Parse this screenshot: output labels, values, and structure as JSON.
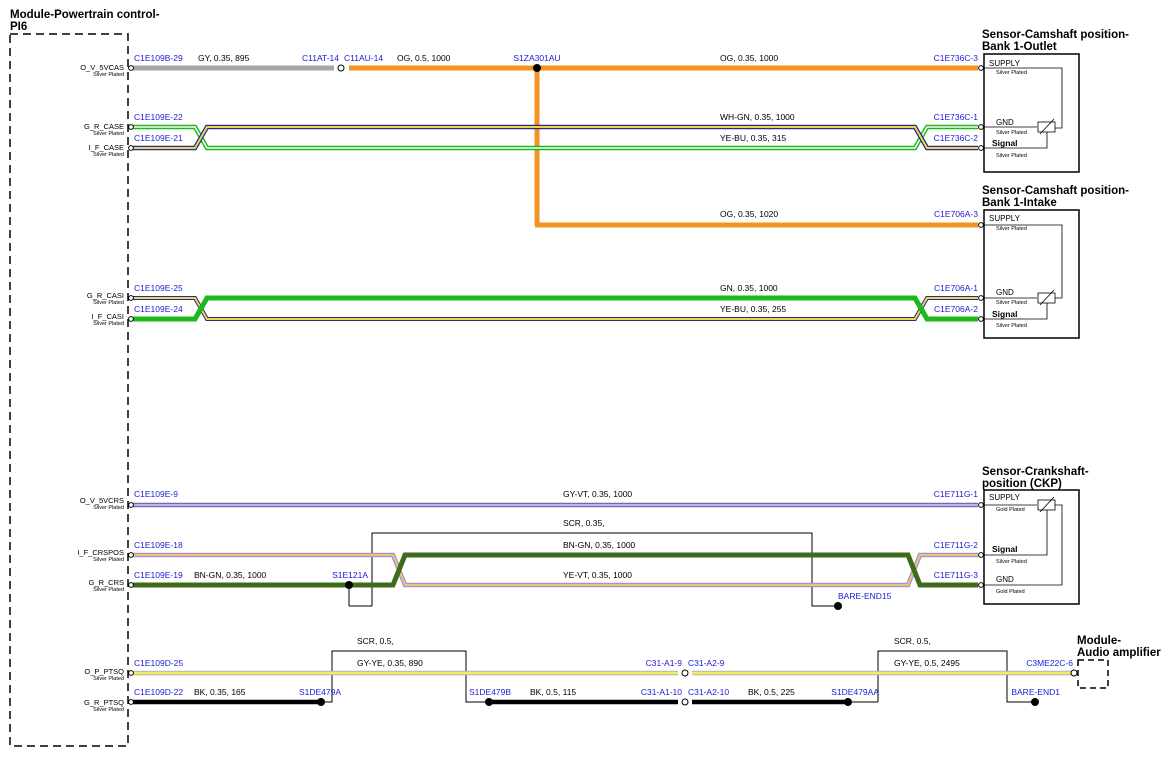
{
  "modules": {
    "pcm": {
      "title_line1": "Module-Powertrain control-",
      "title_line2": "PI6"
    },
    "cam_outlet": {
      "title_line1": "Sensor-Camshaft position-",
      "title_line2": "Bank 1-Outlet"
    },
    "cam_intake": {
      "title_line1": "Sensor-Camshaft position-",
      "title_line2": "Bank 1-Intake"
    },
    "ckp": {
      "title_line1": "Sensor-Crankshaft-",
      "title_line2": "position (CKP)"
    },
    "amp": {
      "title_line1": "Module-",
      "title_line2": "Audio amplifier"
    }
  },
  "pcm_pins": {
    "o_v_5vcas": "O_V_5VCAS",
    "g_r_case": "G_R_CASE",
    "i_f_case": "I_F_CASE",
    "g_r_casi": "G_R_CASI",
    "i_f_casi": "I_F_CASI",
    "o_v_5vcrs": "O_V_5VCRS",
    "i_f_crspos": "I_F_CRSPOS",
    "g_r_crs": "G_R_CRS",
    "o_p_ptsq": "O_P_PTSQ",
    "g_r_ptsq": "G_R_PTSQ",
    "plating": "Silver Plated"
  },
  "sensor_pins": {
    "supply": "SUPPLY",
    "gnd": "GND",
    "signal": "Signal",
    "silver": "Silver Plated",
    "gold": "Gold Plated"
  },
  "connectors": {
    "c1e109b_29": "C1E109B-29",
    "c11at_14": "C11AT-14",
    "c11au_14": "C11AU-14",
    "s1za301au": "S1ZA301AU",
    "c1e736c_3": "C1E736C-3",
    "c1e109e_22": "C1E109E-22",
    "c1e109e_21": "C1E109E-21",
    "c1e736c_1": "C1E736C-1",
    "c1e736c_2": "C1E736C-2",
    "c1e706a_3": "C1E706A-3",
    "c1e109e_25": "C1E109E-25",
    "c1e109e_24": "C1E109E-24",
    "c1e706a_1": "C1E706A-1",
    "c1e706a_2": "C1E706A-2",
    "c1e109e_9": "C1E109E-9",
    "c1e711g_1": "C1E711G-1",
    "c1e109e_18": "C1E109E-18",
    "c1e109e_19": "C1E109E-19",
    "s1e121a": "S1E121A",
    "c1e711g_2": "C1E711G-2",
    "c1e711g_3": "C1E711G-3",
    "bare_end15": "BARE-END15",
    "c1e109d_25": "C1E109D-25",
    "c1e109d_22": "C1E109D-22",
    "s1de479a": "S1DE479A",
    "s1de479b": "S1DE479B",
    "c31_a1_9": "C31-A1-9",
    "c31_a2_9": "C31-A2-9",
    "c31_a1_10": "C31-A1-10",
    "c31_a2_10": "C31-A2-10",
    "s1de479aa": "S1DE479AA",
    "c3me22c_6": "C3ME22C-6",
    "bare_end1": "BARE-END1"
  },
  "wires": {
    "gy_5vcas": "GY,  0.35,  895",
    "og_05_1000": "OG,  0.5,  1000",
    "og_035_1000": "OG,  0.35,  1000",
    "wh_gn": "WH-GN,  0.35,  1000",
    "ye_bu_315": "YE-BU,  0.35,  315",
    "og_1020": "OG,  0.35,  1020",
    "gn_1000": "GN,  0.35,  1000",
    "ye_bu_255": "YE-BU,  0.35,  255",
    "gy_vt": "GY-VT,  0.35,  1000",
    "scr_035": "SCR,  0.35,",
    "bn_gn_right": "BN-GN,  0.35,  1000",
    "bn_gn_left": "BN-GN,  0.35,  1000",
    "ye_vt": "YE-VT,  0.35,  1000",
    "scr_05_a": "SCR,  0.5,",
    "gy_ye_890": "GY-YE,  0.35,  890",
    "bk_165": "BK,  0.35,  165",
    "bk_115": "BK,  0.5,  115",
    "bk_225": "BK,  0.5,  225",
    "scr_05_b": "SCR,  0.5,",
    "gy_ye_2495": "GY-YE,  0.5,  2495"
  },
  "colors": {
    "orange": "#f39322",
    "gray": "#a6a6a6",
    "green": "#1cb81c",
    "dark_green": "#3f6b1d",
    "yellow": "#f2ef5a",
    "purple": "#a98fd6",
    "black": "#000000",
    "connector_text": "#1b1bd6"
  }
}
